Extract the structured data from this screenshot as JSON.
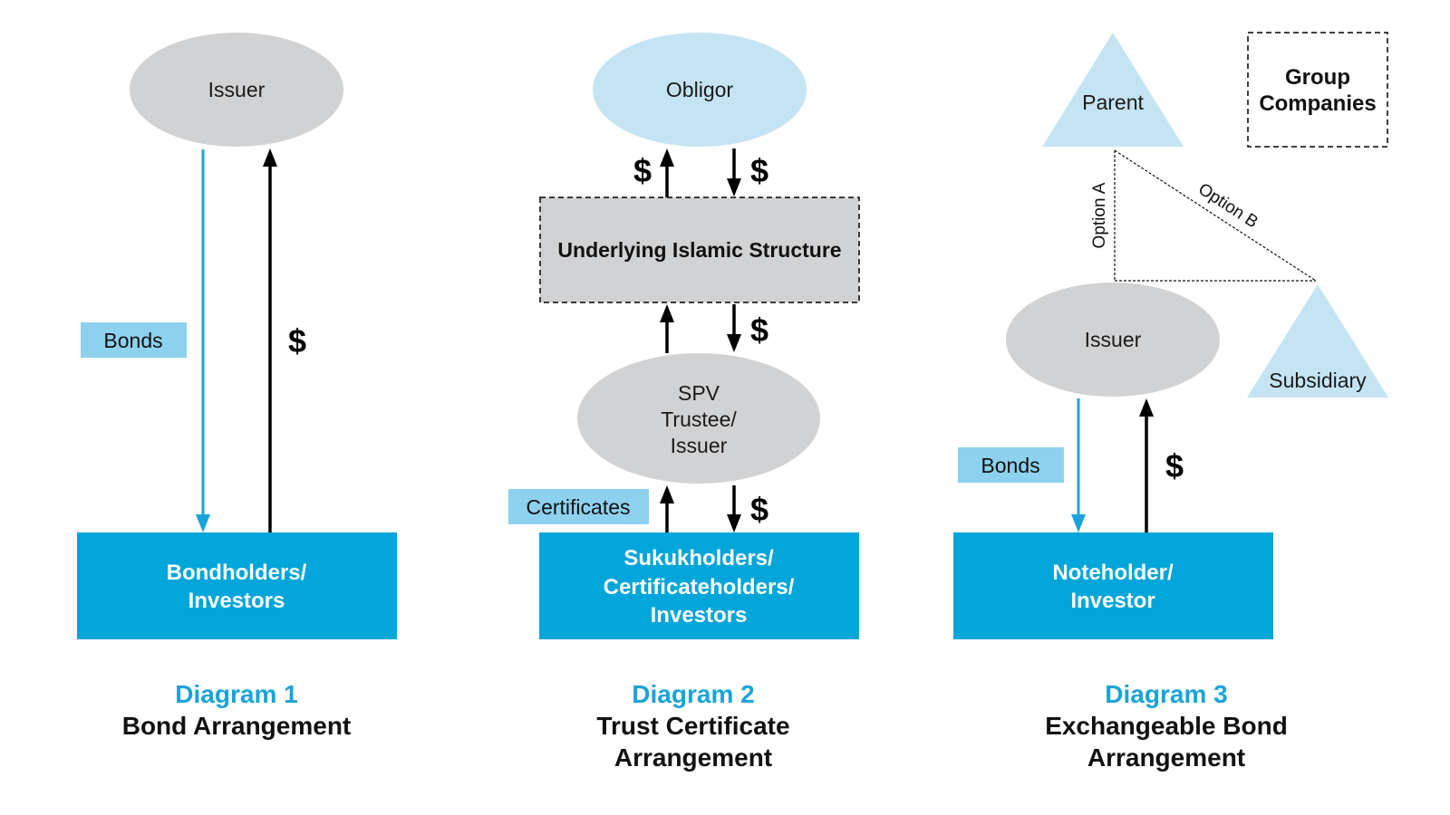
{
  "colors": {
    "accent_blue": "#00a6d9",
    "light_blue": "#c4e4f3",
    "tag_blue": "#8dd1ee",
    "gray": "#d1d2d4",
    "caption_blue": "#1aa3d9",
    "black": "#000000"
  },
  "diagram1": {
    "issuer": "Issuer",
    "bonds_tag": "Bonds",
    "dollar": "$",
    "holders_line1": "Bondholders/",
    "holders_line2": "Investors",
    "caption_title": "Diagram 1",
    "caption_line1": "Bond Arrangement"
  },
  "diagram2": {
    "obligor": "Obligor",
    "dollar_up": "$",
    "dollar_down": "$",
    "structure": "Underlying Islamic Structure",
    "dollar_mid": "$",
    "spv_line1": "SPV",
    "spv_line2": "Trustee/",
    "spv_line3": "Issuer",
    "certificates_tag": "Certificates",
    "dollar_low": "$",
    "holders_line1": "Sukukholders/",
    "holders_line2": "Certificateholders/",
    "holders_line3": "Investors",
    "caption_title": "Diagram 2",
    "caption_line1": "Trust Certificate",
    "caption_line2": "Arrangement"
  },
  "diagram3": {
    "parent": "Parent",
    "option_a": "Option A",
    "option_b": "Option B",
    "issuer": "Issuer",
    "subsidiary": "Subsidiary",
    "legend_line1": "Group",
    "legend_line2": "Companies",
    "bonds_tag": "Bonds",
    "dollar": "$",
    "holders_line1": "Noteholder/",
    "holders_line2": "Investor",
    "caption_title": "Diagram 3",
    "caption_line1": "Exchangeable Bond",
    "caption_line2": "Arrangement"
  }
}
